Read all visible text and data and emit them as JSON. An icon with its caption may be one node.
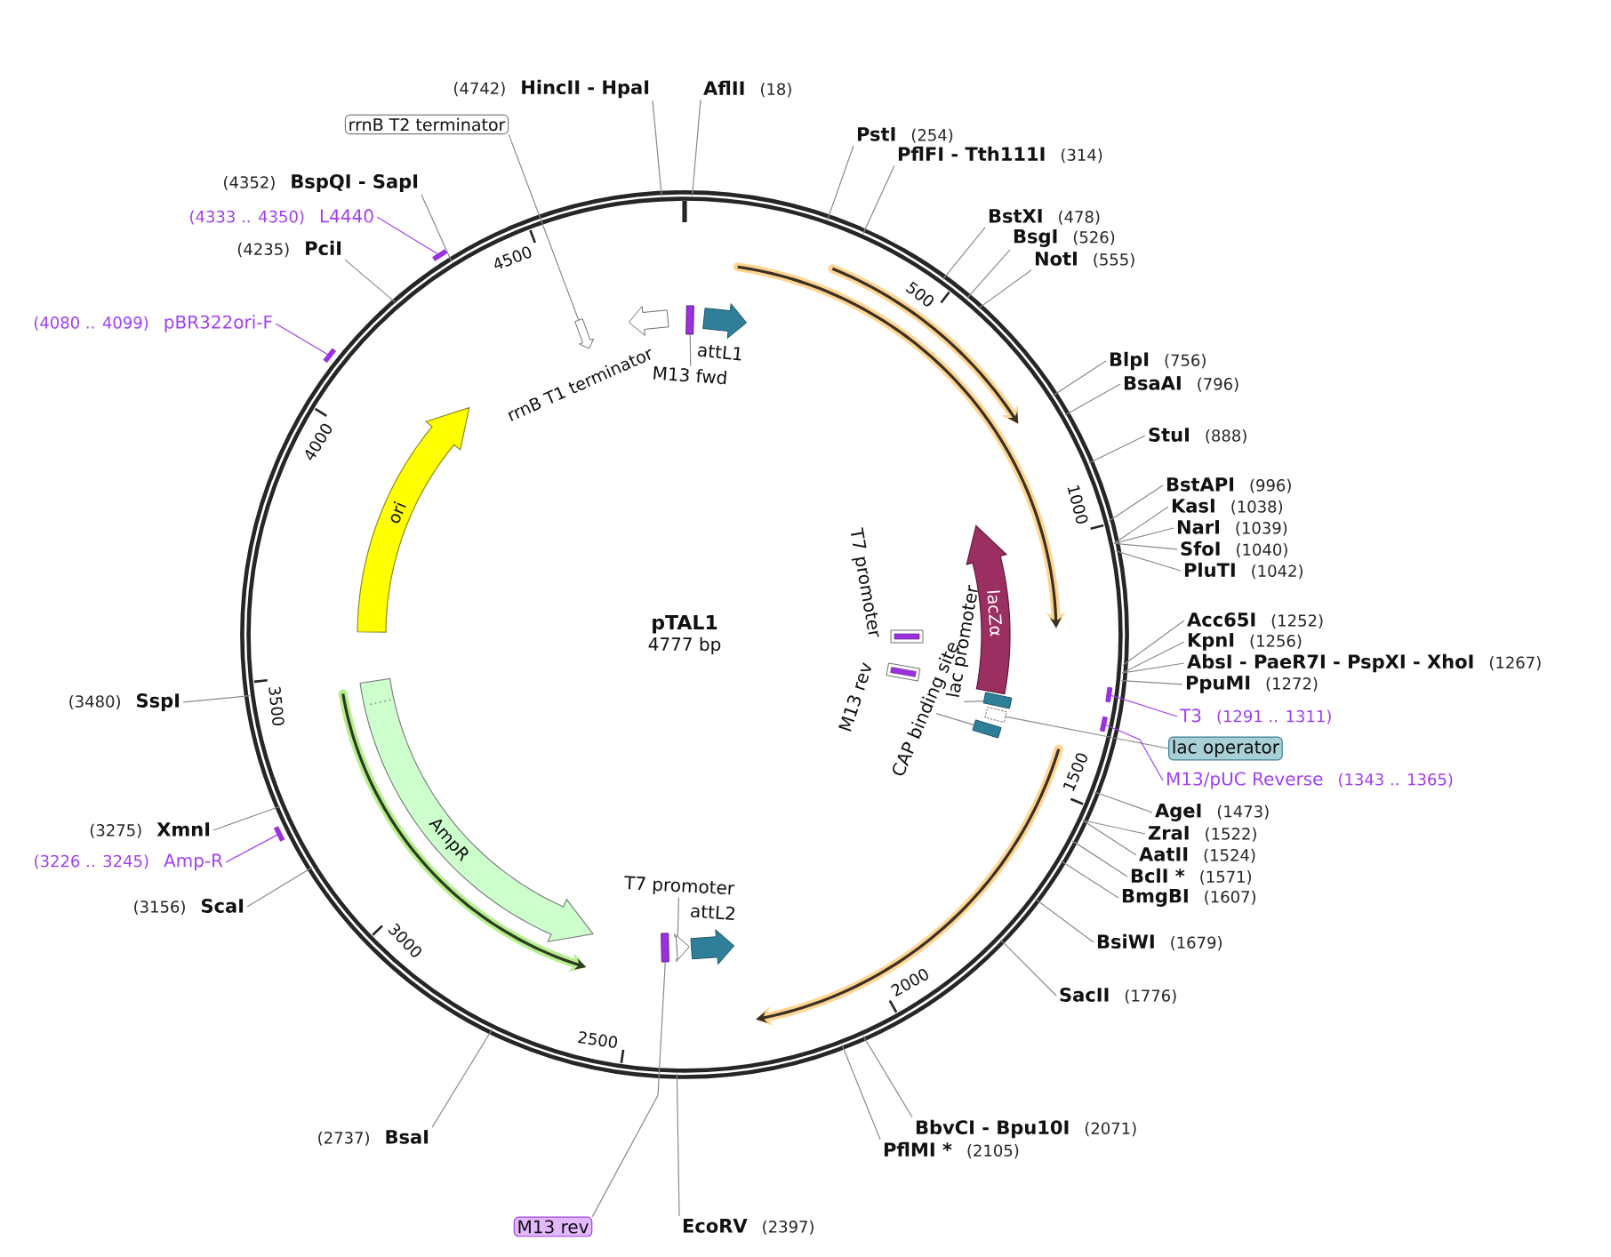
{
  "diagram": {
    "nodes": [
      {
        "text": [
          "pTAL1",
          "4777 bp"
        ]
      },
      {
        "text": [
          "(4742)",
          "HincII - HpaI"
        ]
      },
      {
        "text": [
          "AflII",
          "(18)"
        ]
      },
      {
        "text": [
          "rrnB T2 terminator"
        ]
      },
      {
        "text": [
          "PstI",
          "(254)"
        ]
      },
      {
        "text": [
          "PflFI - Tth111I",
          "(314)"
        ]
      },
      {
        "text": [
          "(4352)",
          "BspQI - SapI"
        ]
      },
      {
        "text": [
          "(4333 .. 4350)",
          "L4440"
        ]
      },
      {
        "text": [
          "BstXI",
          "(478)"
        ]
      },
      {
        "text": [
          "BsgI",
          "(526)"
        ]
      },
      {
        "text": [
          "(4235)",
          "PciI"
        ]
      },
      {
        "text": [
          "NotI",
          "(555)"
        ]
      },
      {
        "text": [
          "(4080 .. 4099)",
          "pBR322ori-F"
        ]
      },
      {
        "text": [
          "BlpI",
          "(756)"
        ]
      },
      {
        "text": [
          "BsaAI",
          "(796)"
        ]
      },
      {
        "text": [
          "StuI",
          "(888)"
        ]
      },
      {
        "text": [
          "BstAPI",
          "(996)"
        ]
      },
      {
        "text": [
          "KasI",
          "(1038)"
        ]
      },
      {
        "text": [
          "NarI",
          "(1039)"
        ]
      },
      {
        "text": [
          "SfoI",
          "(1040)"
        ]
      },
      {
        "text": [
          "PluTI",
          "(1042)"
        ]
      },
      {
        "text": [
          "Acc65I",
          "(1252)"
        ]
      },
      {
        "text": [
          "KpnI",
          "(1256)"
        ]
      },
      {
        "text": [
          "AbsI - PaeR7I - PspXI - XhoI",
          "(1267)"
        ]
      },
      {
        "text": [
          "PpuMI",
          "(1272)"
        ]
      },
      {
        "text": [
          "(3480)",
          "SspI"
        ]
      },
      {
        "text": [
          "T3",
          "(1291 .. 1311)"
        ]
      },
      {
        "text": [
          "lac operator"
        ]
      },
      {
        "text": [
          "M13/pUC Reverse",
          "(1343 .. 1365)"
        ]
      },
      {
        "text": [
          "AgeI",
          "(1473)"
        ]
      },
      {
        "text": [
          "(3275)",
          "XmnI"
        ]
      },
      {
        "text": [
          "ZraI",
          "(1522)"
        ]
      },
      {
        "text": [
          "AatII",
          "(1524)"
        ]
      },
      {
        "text": [
          "(3226 .. 3245)",
          "Amp-R"
        ]
      },
      {
        "text": [
          "BclI *",
          "(1571)"
        ]
      },
      {
        "text": [
          "BmgBI",
          "(1607)"
        ]
      },
      {
        "text": [
          "(3156)",
          "ScaI"
        ]
      },
      {
        "text": [
          "BsiWI",
          "(1679)"
        ]
      },
      {
        "text": [
          "SacII",
          "(1776)"
        ]
      },
      {
        "text": [
          "BbvCI - Bpu10I",
          "(2071)"
        ]
      },
      {
        "text": [
          "(2737)",
          "BsaI"
        ]
      },
      {
        "text": [
          "PflMI *",
          "(2105)"
        ]
      },
      {
        "text": [
          "M13 rev"
        ]
      },
      {
        "text": [
          "EcoRV",
          "(2397)"
        ]
      },
      {
        "text": [],
        "shape": "bar"
      },
      {
        "text": [],
        "shape": "bar"
      },
      {
        "text": [],
        "shape": "bar",
        "in": 0
      },
      {
        "text": [],
        "shape": "bar",
        "in": 0
      },
      {
        "text": [],
        "shape": "bar"
      },
      {
        "text": [],
        "shape": "arrow",
        "in": 0
      },
      {
        "text": [],
        "shape": "arrow",
        "in": 0
      },
      {
        "text": [],
        "shape": "bar",
        "in": 0
      },
      {
        "text": [],
        "shape": "arrow",
        "beside": [
          "attL1"
        ],
        "in": 0
      },
      {
        "text": [
          "M13 fwd"
        ],
        "in": 0
      },
      {
        "text": [
          "ori"
        ],
        "in": 0
      },
      {
        "text": [
          "lacZα"
        ],
        "in": 0
      },
      {
        "text": [],
        "shape": "bar",
        "beside": [
          "T7 promoter"
        ],
        "in": 0
      },
      {
        "text": [],
        "shape": "bar",
        "beside": [
          "M13 rev"
        ],
        "in": 0
      },
      {
        "text": [],
        "shape": "bar",
        "in": 0
      },
      {
        "text": [],
        "shape": "box",
        "in": 0
      },
      {
        "text": [],
        "shape": "bar",
        "in": 0
      },
      {
        "text": [
          "lac promoter"
        ],
        "in": 0
      },
      {
        "text": [
          "CAP binding site"
        ],
        "in": 0
      },
      {
        "text": [
          "AmpR"
        ],
        "in": 0
      },
      {
        "text": [
          "T7 promoter"
        ],
        "in": 0
      },
      {
        "text": [],
        "shape": "bar",
        "in": 0
      },
      {
        "text": [],
        "shape": "arrow",
        "in": 0
      },
      {
        "text": [],
        "shape": "arrow",
        "beside": [
          "attL2"
        ],
        "in": 0
      }
    ],
    "edges": [
      {
        "from": 1,
        "to": 0,
        "arrow": "none"
      },
      {
        "from": 2,
        "to": 0,
        "arrow": "none"
      },
      {
        "from": 3,
        "to": 49,
        "arrow": "none"
      },
      {
        "from": 4,
        "to": 0,
        "arrow": "none"
      },
      {
        "from": 5,
        "to": 0,
        "arrow": "none"
      },
      {
        "from": 6,
        "to": 0,
        "arrow": "none"
      },
      {
        "from": 7,
        "to": 44,
        "arrow": "none",
        "color": "#a040f0"
      },
      {
        "from": 8,
        "to": 0,
        "arrow": "none"
      },
      {
        "from": 9,
        "to": 0,
        "arrow": "none"
      },
      {
        "from": 10,
        "to": 0,
        "arrow": "none"
      },
      {
        "from": 11,
        "to": 0,
        "arrow": "none"
      },
      {
        "from": 12,
        "to": 45,
        "arrow": "none",
        "color": "#a040f0"
      },
      {
        "from": 13,
        "to": 0,
        "arrow": "none"
      },
      {
        "from": 14,
        "to": 0,
        "arrow": "none"
      },
      {
        "from": 15,
        "to": 0,
        "arrow": "none"
      },
      {
        "from": 16,
        "to": 0,
        "arrow": "none"
      },
      {
        "from": 17,
        "to": 0,
        "arrow": "none"
      },
      {
        "from": 18,
        "to": 0,
        "arrow": "none"
      },
      {
        "from": 19,
        "to": 0,
        "arrow": "none"
      },
      {
        "from": 20,
        "to": 0,
        "arrow": "none"
      },
      {
        "from": 21,
        "to": 0,
        "arrow": "none"
      },
      {
        "from": 22,
        "to": 0,
        "arrow": "none"
      },
      {
        "from": 23,
        "to": 0,
        "arrow": "none"
      },
      {
        "from": 24,
        "to": 0,
        "arrow": "none"
      },
      {
        "from": 25,
        "to": 0,
        "arrow": "none"
      },
      {
        "from": 26,
        "to": 46,
        "arrow": "none",
        "color": "#a040f0"
      },
      {
        "from": 27,
        "to": 59,
        "arrow": "none"
      },
      {
        "from": 28,
        "to": 47,
        "arrow": "none",
        "color": "#a040f0"
      },
      {
        "from": 29,
        "to": 0,
        "arrow": "none"
      },
      {
        "from": 30,
        "to": 0,
        "arrow": "none"
      },
      {
        "from": 31,
        "to": 0,
        "arrow": "none"
      },
      {
        "from": 32,
        "to": 0,
        "arrow": "none"
      },
      {
        "from": 33,
        "to": 48,
        "arrow": "none",
        "color": "#a040f0"
      },
      {
        "from": 34,
        "to": 0,
        "arrow": "none"
      },
      {
        "from": 35,
        "to": 0,
        "arrow": "none"
      },
      {
        "from": 36,
        "to": 0,
        "arrow": "none"
      },
      {
        "from": 37,
        "to": 0,
        "arrow": "none"
      },
      {
        "from": 38,
        "to": 0,
        "arrow": "none"
      },
      {
        "from": 39,
        "to": 0,
        "arrow": "none"
      },
      {
        "from": 40,
        "to": 0,
        "arrow": "none"
      },
      {
        "from": 41,
        "to": 0,
        "arrow": "none"
      },
      {
        "from": 42,
        "to": 65,
        "arrow": "none"
      },
      {
        "from": 43,
        "to": 0,
        "arrow": "none"
      },
      {
        "from": 53,
        "to": 51,
        "arrow": "none"
      },
      {
        "from": 61,
        "to": 58,
        "arrow": "none"
      },
      {
        "from": 62,
        "to": 60,
        "arrow": "none"
      },
      {
        "from": 64,
        "to": 66,
        "arrow": "none"
      }
    ],
    "labels": [
      "4500",
      "500",
      "rrnB T1 terminator",
      "4000",
      "1000",
      "3500",
      "1500",
      "3000",
      "2000",
      "2500"
    ]
  }
}
